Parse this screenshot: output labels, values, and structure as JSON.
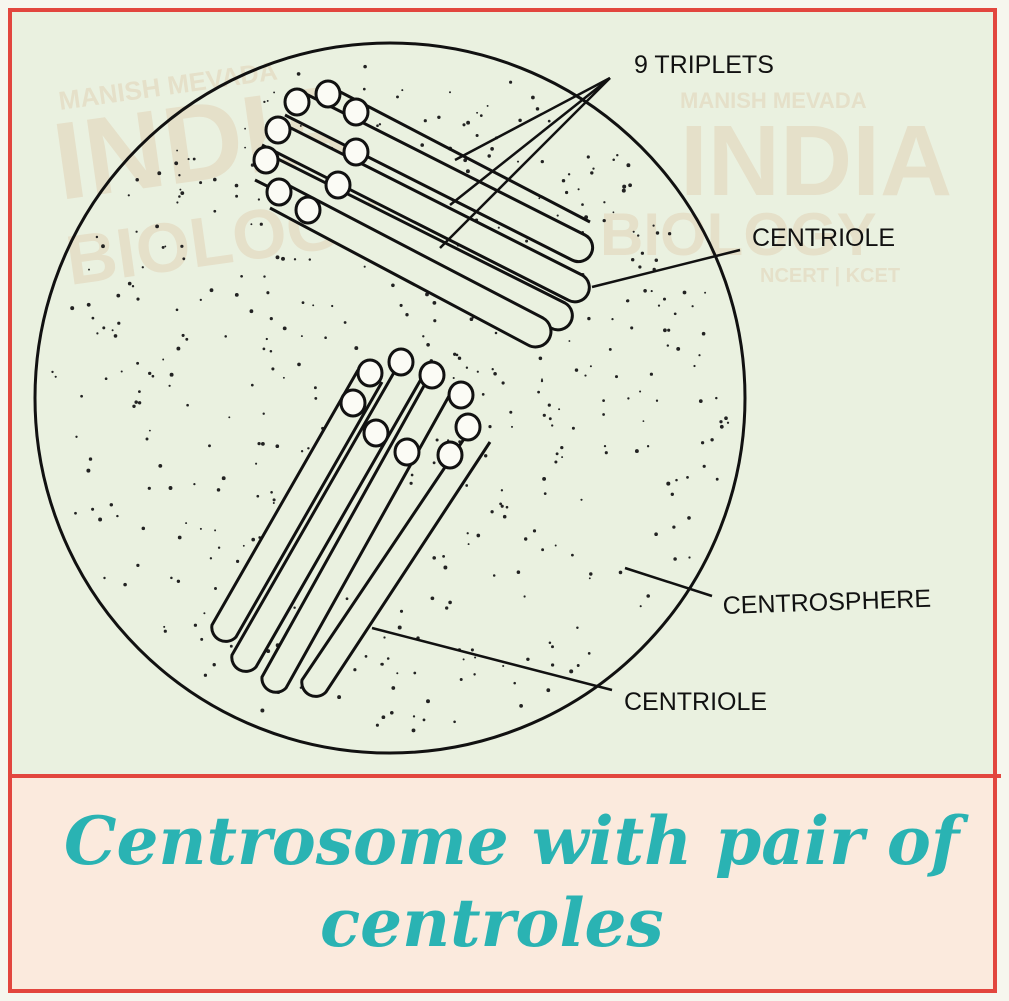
{
  "diagram": {
    "labels": {
      "triplets": "9 TRIPLETS",
      "centriole_top": "CENTRIOLE",
      "centrosphere": "CENTROSPHERE",
      "centriole_bottom": "CENTRIOLE"
    },
    "watermark": {
      "line1": "MANISH MEVADA",
      "line2": "INDIA",
      "line3": "BIOLOGY",
      "line4": "NCERT | KCET"
    }
  },
  "caption": {
    "line1": "Centrosome with pair of",
    "line2": "centroles"
  },
  "colors": {
    "frame": "#e2463e",
    "caption_text": "#2ab3b3",
    "diagram_bg": "#eaf1e0",
    "caption_bg": "#fbeadd",
    "ink": "#111111"
  }
}
